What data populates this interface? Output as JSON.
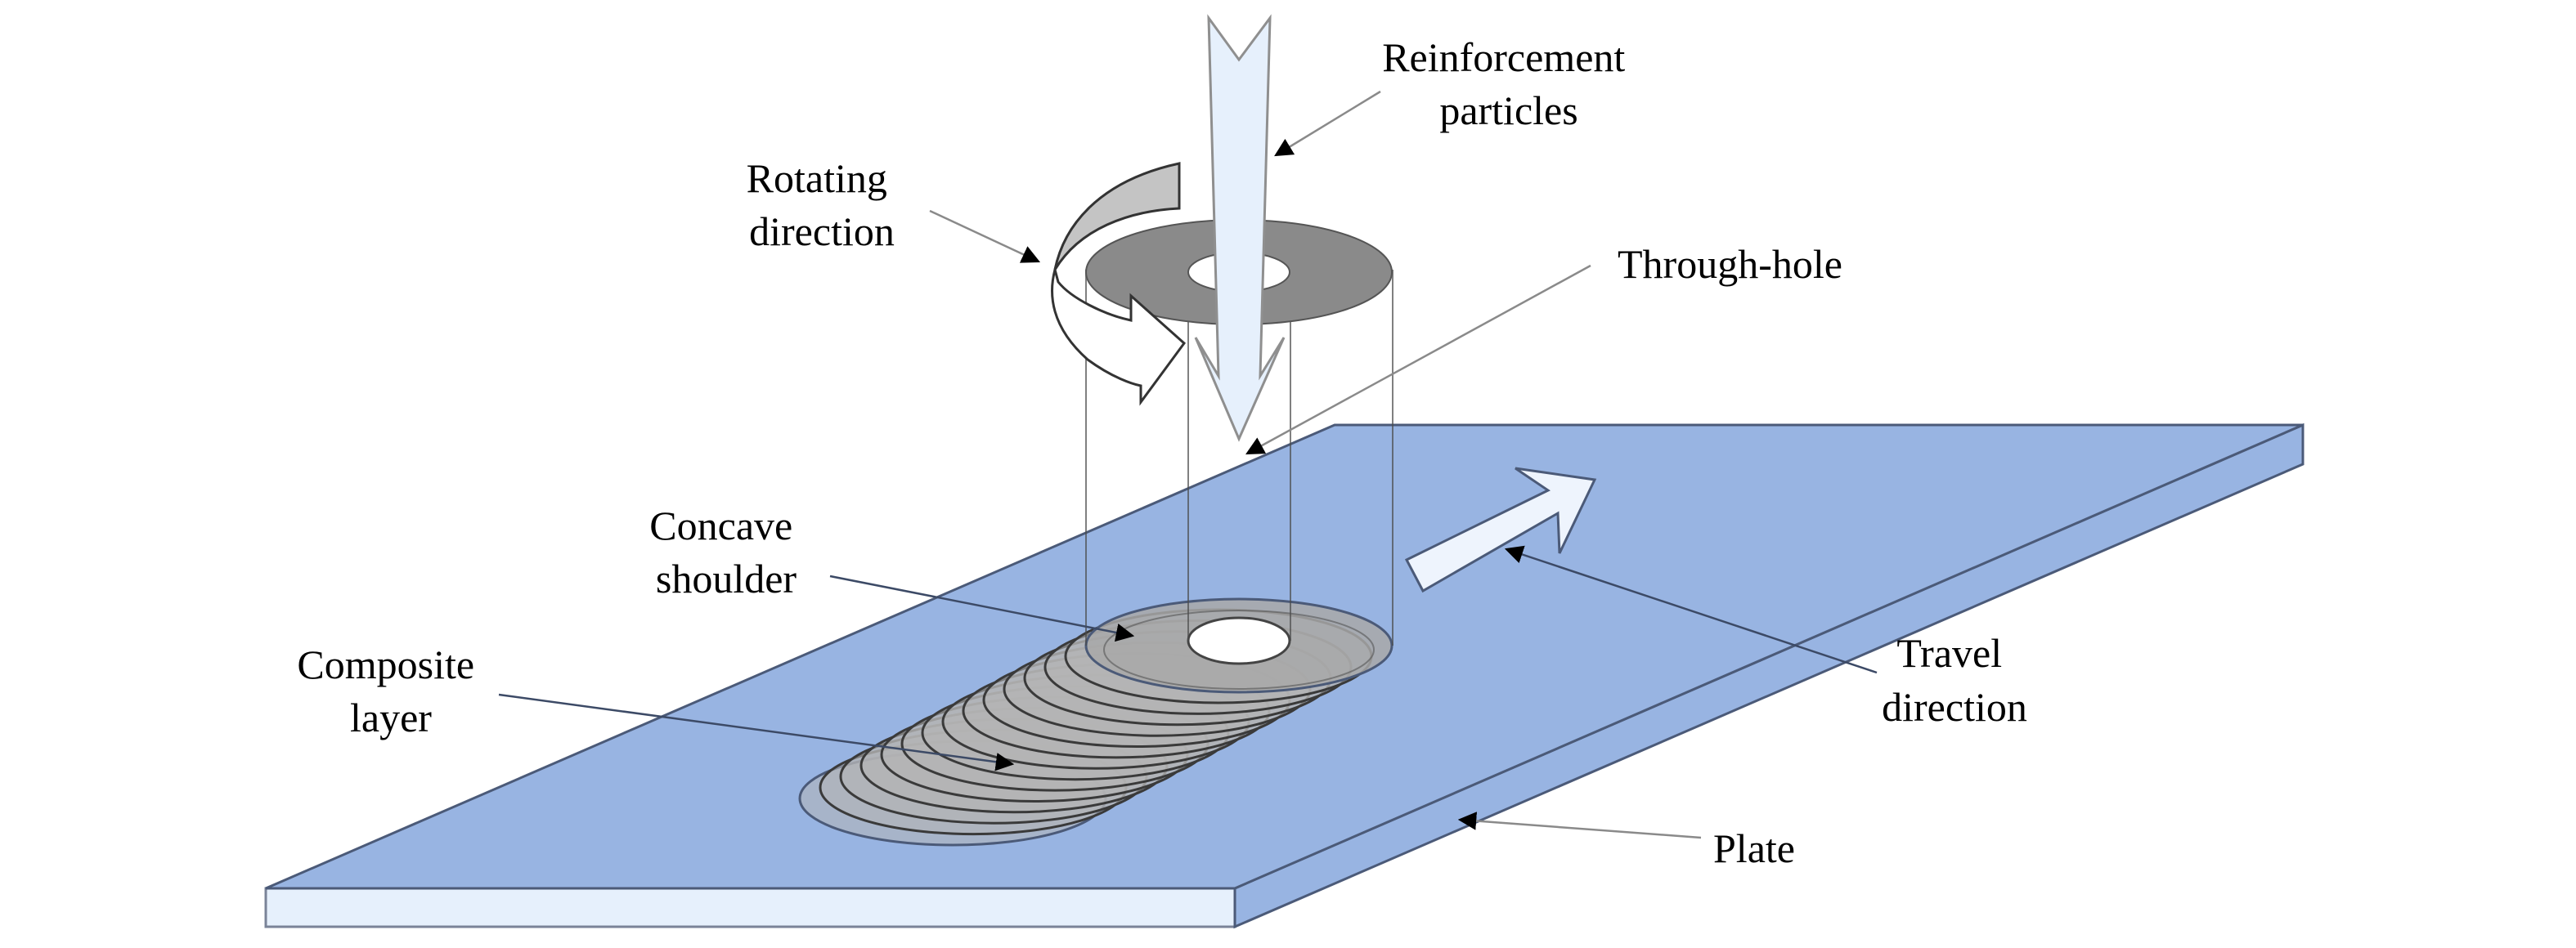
{
  "figure": {
    "title": "Schematic of friction stir processing with through-hole tool for composite layer fabrication",
    "colors": {
      "plate_top": "#98b4e2",
      "plate_side": "#98b4e2",
      "plate_front": "#e6f0fc",
      "plate_edge": "#4b5a78",
      "shoulder_disc": "#8a8a8a",
      "composite_track": "#b4b4b4",
      "rotation_arrow_back": "#c4c4c4",
      "particle_arrow": "#e6f0fc",
      "travel_arrow": "#eef4fd",
      "label_text": "#000000"
    },
    "labels": {
      "reinforcement_particles": [
        "Reinforcement",
        "particles"
      ],
      "rotating_direction": [
        "Rotating",
        "direction"
      ],
      "through_hole": [
        "Through-hole"
      ],
      "concave_shoulder": [
        "Concave",
        "shoulder"
      ],
      "composite_layer": [
        "Composite",
        "layer"
      ],
      "travel_direction": [
        "Travel",
        "direction"
      ],
      "plate": [
        "Plate"
      ]
    },
    "composite_layer_ring_count": 14
  }
}
